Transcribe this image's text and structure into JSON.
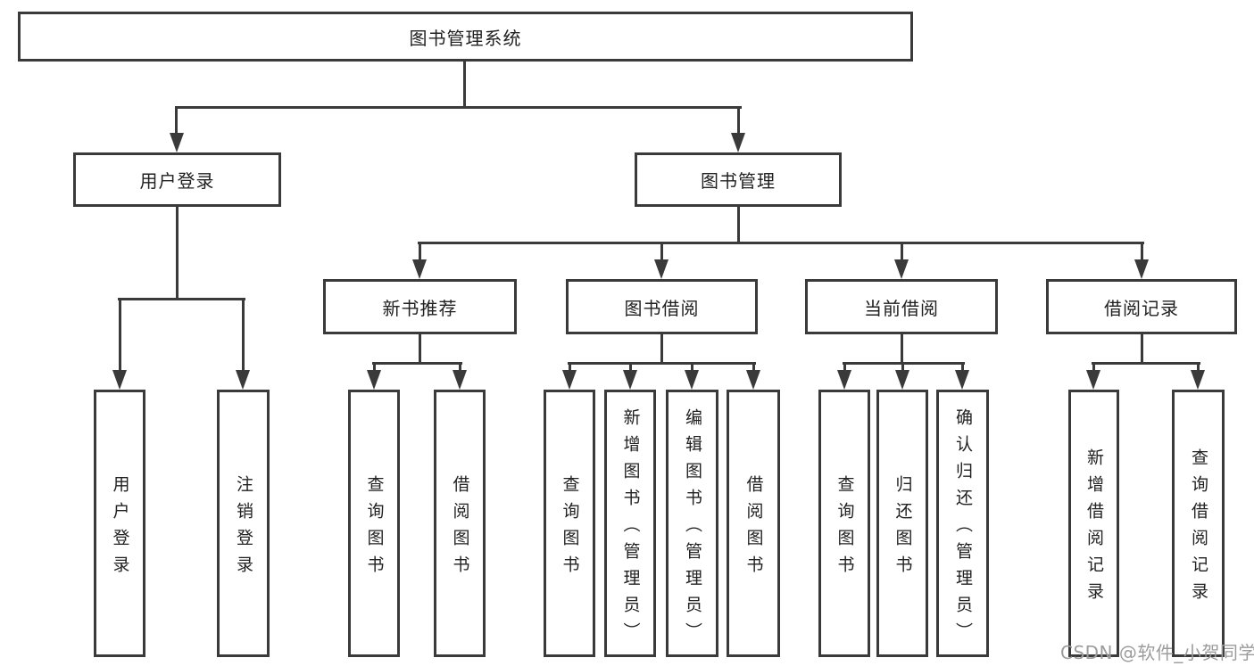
{
  "diagram": {
    "root_label": "图书管理系统",
    "level2": [
      {
        "label": "用户登录",
        "children": [
          {
            "label": "用户登录"
          },
          {
            "label": "注销登录"
          }
        ]
      },
      {
        "label": "图书管理",
        "children": [
          {
            "label": "新书推荐",
            "children": [
              {
                "label": "查询图书"
              },
              {
                "label": "借阅图书"
              }
            ]
          },
          {
            "label": "图书借阅",
            "children": [
              {
                "label": "查询图书"
              },
              {
                "label": "新增图书（管理员）"
              },
              {
                "label": "编辑图书（管理员）"
              },
              {
                "label": "借阅图书"
              }
            ]
          },
          {
            "label": "当前借阅",
            "children": [
              {
                "label": "查询图书"
              },
              {
                "label": "归还图书"
              },
              {
                "label": "确认归还（管理员）"
              }
            ]
          },
          {
            "label": "借阅记录",
            "children": [
              {
                "label": "新增借阅记录"
              },
              {
                "label": "查询借阅记录"
              }
            ]
          }
        ]
      }
    ],
    "watermark": "CSDN @软件_小贺同学"
  },
  "colors": {
    "line": "#3a3a3a",
    "text": "#212121",
    "box_fill": "#ffffff",
    "background": "#ffffff",
    "watermark_text": "#9c9c9c"
  }
}
